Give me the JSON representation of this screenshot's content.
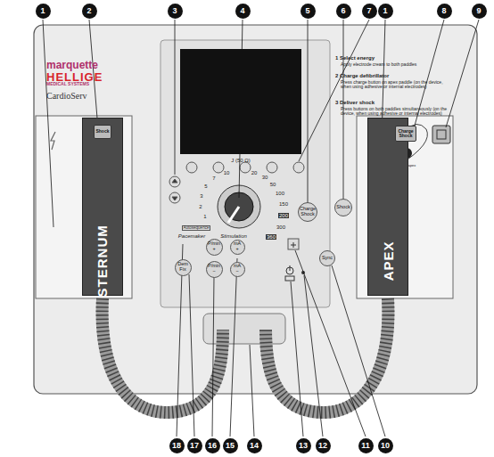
{
  "diagram": {
    "nodes": [
      {
        "text": [
          "STERNUM"
        ]
      },
      {
        "text": [
          "Shock"
        ],
        "in": 0
      },
      {
        "text": [
          "APEX"
        ]
      },
      {
        "text": [
          "Charge Shock"
        ],
        "in": 2
      },
      {
        "text": [
          "Charge Shock"
        ]
      },
      {
        "text": [
          "Shock"
        ]
      },
      {
        "text": [
          "Dem Fix"
        ]
      },
      {
        "text": [
          "P/min",
          "+"
        ]
      },
      {
        "text": [
          "P/min",
          "−"
        ]
      },
      {
        "text": [
          "mA",
          "+"
        ]
      },
      {
        "text": [
          "mA",
          "−"
        ]
      },
      {
        "text": [
          "Sync"
        ]
      }
    ],
    "labels": [
      "1",
      "2",
      "3",
      "4",
      "5",
      "6",
      "7",
      "1",
      "8",
      "9",
      "18",
      "17",
      "16",
      "15",
      "14",
      "13",
      "12",
      "11",
      "10",
      "marquette",
      "HELLIGE",
      "MEDICAL SYSTEMS",
      "CardioServ",
      "1 Select energy",
      "Apply electrode cream to both paddles",
      "2 Charge defibrillator",
      "Press charge button on apex paddle (on the device, when using adhesive or internal electrodes)",
      "3 Deliver shock",
      "Press buttons on both paddles simultaneously (on the device, when using adhesive or internal electrodes)",
      "apex",
      "J (50 Ω)",
      "1",
      "2",
      "3",
      "5",
      "7",
      "10",
      "20",
      "30",
      "50",
      "100",
      "150",
      "200",
      "300",
      "360",
      "Autosequence",
      "Pacemaker",
      "Stimulation"
    ]
  }
}
